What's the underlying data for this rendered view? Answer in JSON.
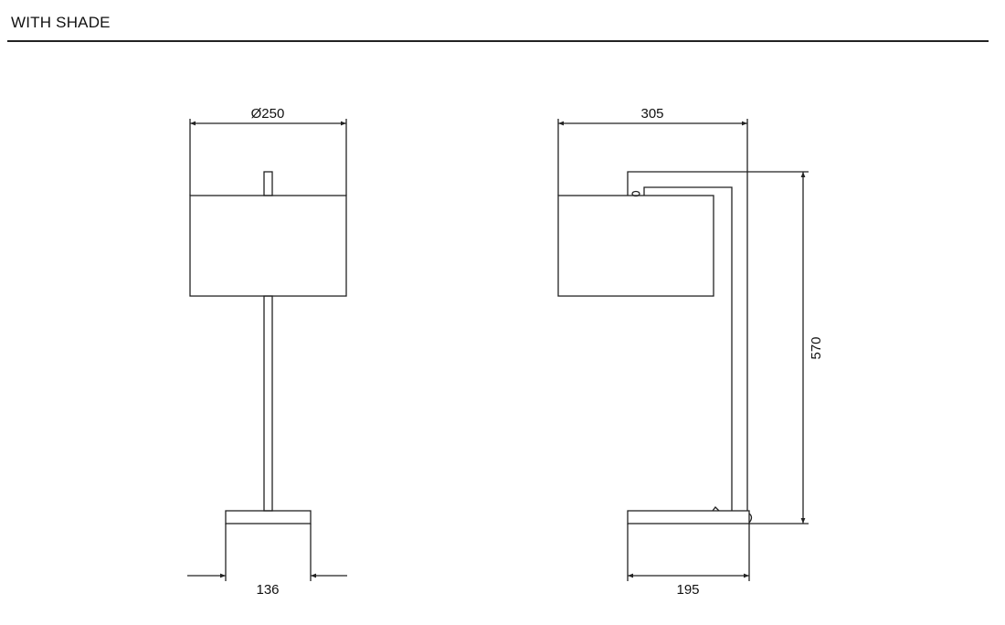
{
  "header": {
    "title": "WITH SHADE"
  },
  "front_view": {
    "shade_diameter_label": "Ø250",
    "base_width_label": "136"
  },
  "side_view": {
    "overall_width_label": "305",
    "height_label": "570",
    "base_width_label": "195"
  },
  "colors": {
    "line": "#222222",
    "text": "#111111"
  }
}
